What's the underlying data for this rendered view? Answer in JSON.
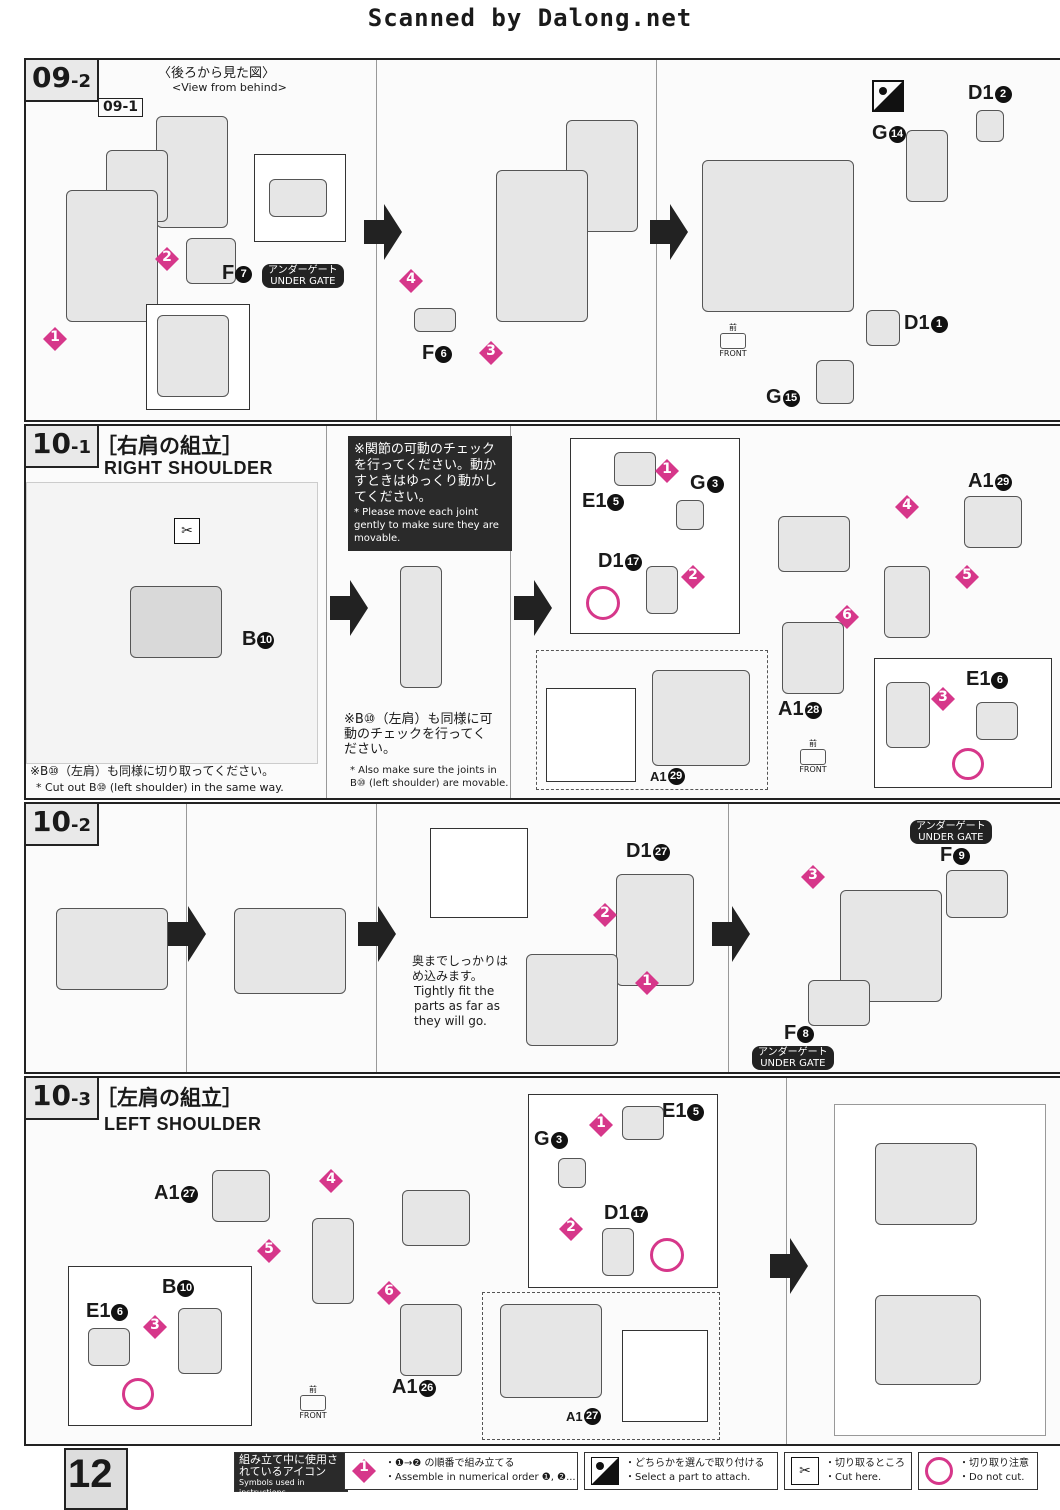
{
  "header": {
    "banner": "Scanned by Dalong.net"
  },
  "step0902": {
    "step_main": "09",
    "step_sub": "-2",
    "view_jp": "〈後ろから見た図〉",
    "view_en": "<View from behind>",
    "ref_step": "09-1",
    "parts": {
      "f7": "F",
      "f7n": "7",
      "f6": "F",
      "f6n": "6",
      "g14": "G",
      "g14n": "14",
      "g15": "G",
      "g15n": "15",
      "d12": "D1",
      "d12n": "2",
      "d11": "D1",
      "d11n": "1"
    },
    "gate_jp": "アンダーゲート",
    "gate_en": "UNDER GATE",
    "marks": [
      "1",
      "2",
      "3",
      "4"
    ],
    "front_jp": "前",
    "front_en": "FRONT"
  },
  "step1001": {
    "step_main": "10",
    "step_sub": "-1",
    "title_jp": "［右肩の組立］",
    "title_en": "RIGHT SHOULDER",
    "b10": "B",
    "b10n": "10",
    "cut_note_jp": "※B⑩（左肩）も同様に切り取ってください。",
    "cut_note_en": "* Cut out B⑩ (left shoulder) in the same way.",
    "joint_jp": "※関節の可動のチェックを行ってください。動かすときはゆっくり動かしてください。",
    "joint_en": "* Please move each joint gently to make sure they are movable.",
    "also_jp": "※B⑩（左肩）も同様に可動のチェックを行ってください。",
    "also_en": "* Also make sure the joints in B⑩ (left shoulder) are movable.",
    "parts": {
      "e15": "E1",
      "e15n": "5",
      "g3": "G",
      "g3n": "3",
      "d117": "D1",
      "d117n": "17",
      "a129": "A1",
      "a129n": "29",
      "a128": "A1",
      "a128n": "28",
      "e16": "E1",
      "e16n": "6",
      "a129b": "A1",
      "a129bn": "29"
    },
    "marks": [
      "1",
      "2",
      "3",
      "4",
      "5",
      "6"
    ],
    "front_jp": "前",
    "front_en": "FRONT"
  },
  "step1002": {
    "step_main": "10",
    "step_sub": "-2",
    "fit_jp": "奥までしっかりはめ込みます。",
    "fit_en": "Tightly fit the parts as far as they will go.",
    "parts": {
      "d127": "D1",
      "d127n": "27",
      "f9": "F",
      "f9n": "9",
      "f8": "F",
      "f8n": "8"
    },
    "gate_jp": "アンダーゲート",
    "gate_en": "UNDER GATE",
    "marks": [
      "1",
      "2",
      "3"
    ]
  },
  "step1003": {
    "step_main": "10",
    "step_sub": "-3",
    "title_jp": "［左肩の組立］",
    "title_en": "LEFT SHOULDER",
    "parts": {
      "a127": "A1",
      "a127n": "27",
      "b10": "B",
      "b10n": "10",
      "e16": "E1",
      "e16n": "6",
      "a126": "A1",
      "a126n": "26",
      "g3": "G",
      "g3n": "3",
      "e15": "E1",
      "e15n": "5",
      "d117": "D1",
      "d117n": "17",
      "a127b": "A1",
      "a127bn": "27"
    },
    "marks": [
      "1",
      "2",
      "3",
      "4",
      "5",
      "6"
    ],
    "front_jp": "前",
    "front_en": "FRONT"
  },
  "footer": {
    "page_number": "12",
    "icons_jp": "組み立て中に使用されているアイコン",
    "icons_en": "Symbols used in instructions",
    "legend": [
      {
        "icon": "1",
        "jp": "・❶→❷ の順番で組み立てる",
        "en": "・Assemble in numerical order ❶, ❷..."
      },
      {
        "icon": "choose-part-icon",
        "jp": "・どちらかを選んで取り付ける",
        "en": "・Select a part to attach."
      },
      {
        "icon": "cut-here-icon",
        "jp": "・切り取るところ",
        "en": "・Cut here."
      },
      {
        "icon": "do-not-cut-icon",
        "jp": "・切り取り注意",
        "en": "・Do not cut."
      }
    ],
    "accent_color": "#d6378a"
  }
}
